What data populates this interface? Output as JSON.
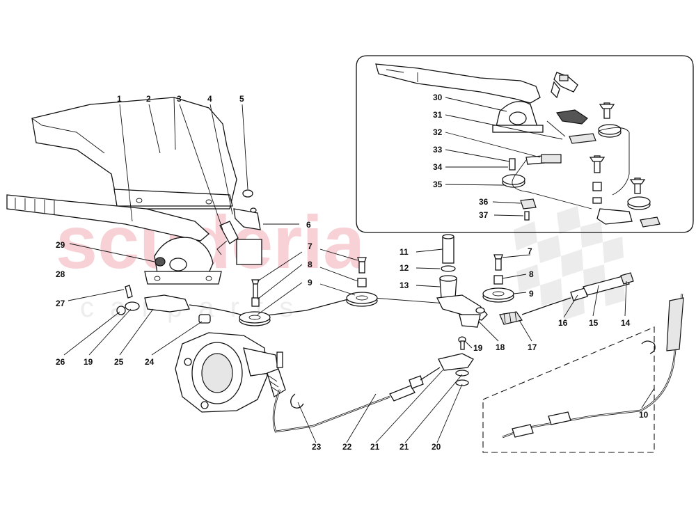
{
  "watermark": {
    "brand": "scuderia",
    "sub": "c a r   p a r t s",
    "color": "#f6c9cf"
  },
  "callouts": [
    "1",
    "2",
    "3",
    "4",
    "5",
    "6",
    "7",
    "8",
    "9",
    "10",
    "11",
    "12",
    "13",
    "14",
    "15",
    "16",
    "17",
    "18",
    "19",
    "20",
    "21",
    "22",
    "23",
    "24",
    "25",
    "26",
    "27",
    "28",
    "29",
    "30",
    "31",
    "32",
    "33",
    "34",
    "35",
    "36",
    "37"
  ],
  "callouts_repeat": {
    "seven_b": "7",
    "eight_b": "8",
    "nine_b": "9",
    "nineteen_b": "19",
    "twentyone_b": "21"
  },
  "parts": {
    "handbrake_cover": "handbrake-cover",
    "handbrake_lever": "handbrake-lever",
    "brake_caliper": "brake-caliper",
    "inset_assembly": "alternate-lever-assembly"
  }
}
